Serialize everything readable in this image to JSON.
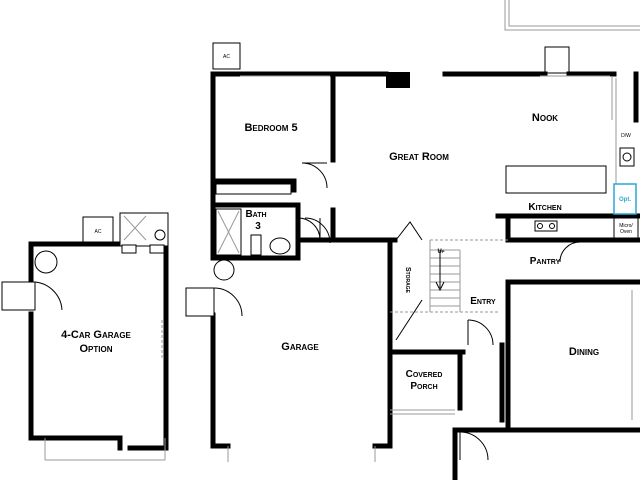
{
  "rooms": {
    "bedroom5": "Bedroom 5",
    "great_room": "Great Room",
    "nook": "Nook",
    "kitchen": "Kitchen",
    "bath3_line1": "Bath",
    "bath3_line2": "3",
    "pantry": "Pantry",
    "storage": "Storage",
    "up": "Up",
    "entry": "Entry",
    "garage": "Garage",
    "dining": "Dining",
    "covered_porch_line1": "Covered",
    "covered_porch_line2": "Porch",
    "garage_option_line1": "4-Car Garage",
    "garage_option_line2": "Option"
  },
  "fixtures": {
    "ac_top": "AC",
    "ac_left": "AC",
    "dw": "D/W",
    "opt": "Opt.",
    "micro_line1": "Micro/",
    "micro_line2": "Oven"
  },
  "colors": {
    "walls": "#000000",
    "fixtures": "#9a9a9a",
    "option_highlight": "#2aa7d6"
  }
}
